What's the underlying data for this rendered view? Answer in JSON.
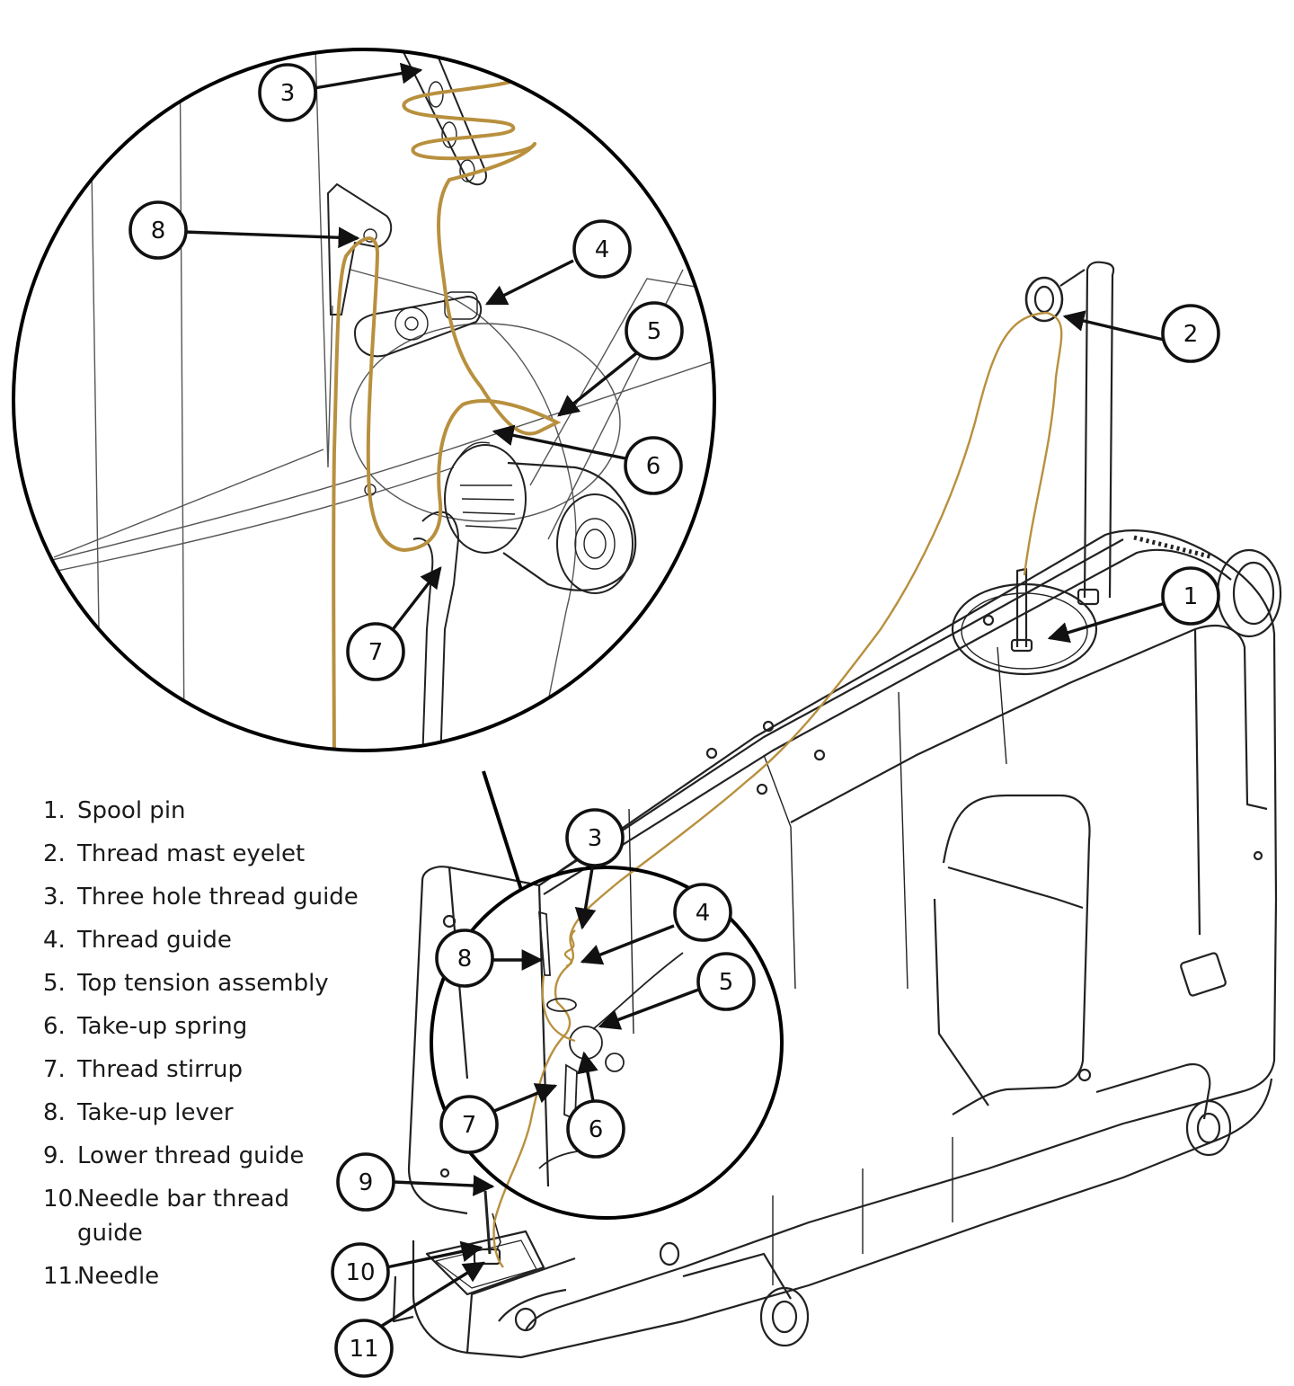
{
  "legend": [
    {
      "num": "1.",
      "text": "Spool pin"
    },
    {
      "num": "2.",
      "text": "Thread mast eyelet"
    },
    {
      "num": "3.",
      "text": "Three hole thread guide"
    },
    {
      "num": "4.",
      "text": "Thread guide"
    },
    {
      "num": "5.",
      "text": "Top tension assembly"
    },
    {
      "num": "6.",
      "text": "Take-up spring"
    },
    {
      "num": "7.",
      "text": "Thread stirrup"
    },
    {
      "num": "8.",
      "text": "Take-up lever"
    },
    {
      "num": "9.",
      "text": "Lower thread guide"
    },
    {
      "num": "10.",
      "text": "Needle bar thread guide"
    },
    {
      "num": "11.",
      "text": "Needle"
    }
  ],
  "callouts": {
    "c1": "1",
    "c2": "2",
    "c3": "3",
    "c4": "4",
    "c5": "5",
    "c6": "6",
    "c7": "7",
    "c8": "8",
    "c9": "9",
    "c10": "10",
    "c11": "11"
  },
  "colors": {
    "thread": "#b8903e",
    "line": "#222222"
  }
}
